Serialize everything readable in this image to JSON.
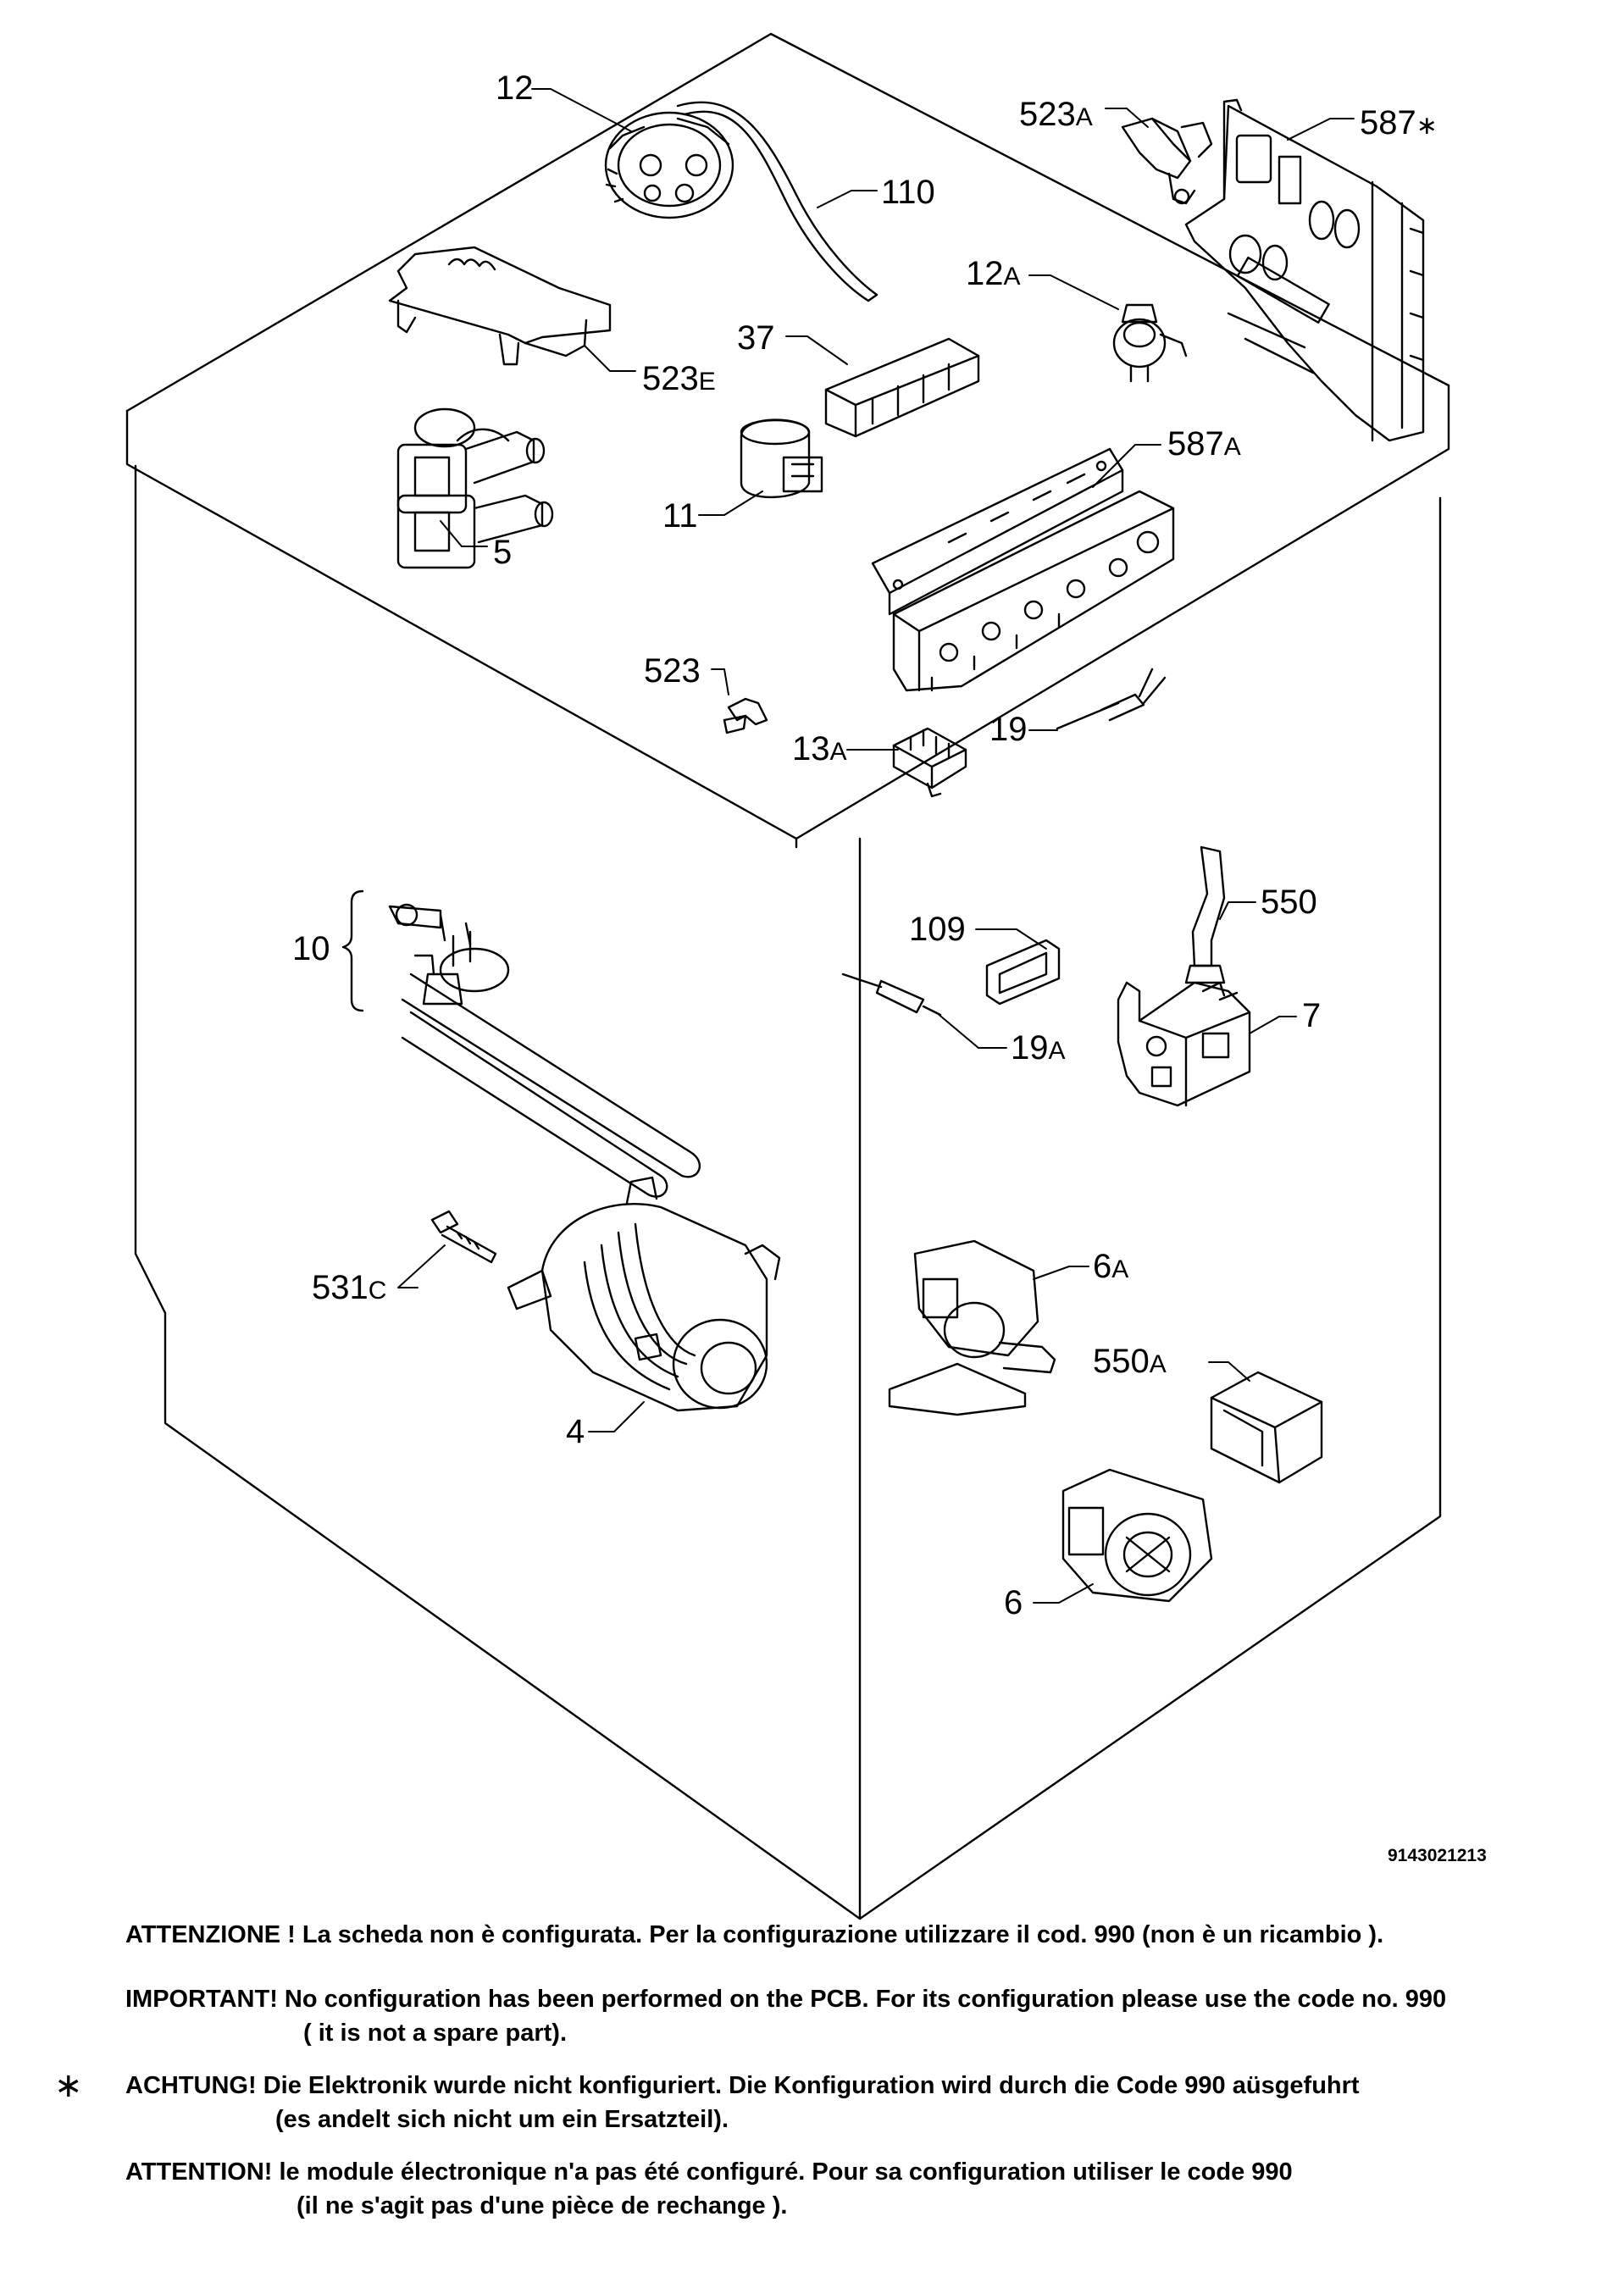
{
  "diagram": {
    "ref_code": "9143021213",
    "labels": {
      "p12": {
        "num": "12",
        "sfx": ""
      },
      "p110": {
        "num": "110",
        "sfx": ""
      },
      "p523E": {
        "num": "523",
        "sfx": "E"
      },
      "p5": {
        "num": "5",
        "sfx": ""
      },
      "p37": {
        "num": "37",
        "sfx": ""
      },
      "p11": {
        "num": "11",
        "sfx": ""
      },
      "p523A": {
        "num": "523",
        "sfx": "A"
      },
      "p587star": {
        "num": "587",
        "sfx": "∗"
      },
      "p12A": {
        "num": "12",
        "sfx": "A"
      },
      "p587A": {
        "num": "587",
        "sfx": "A"
      },
      "p523": {
        "num": "523",
        "sfx": ""
      },
      "p13A": {
        "num": "13",
        "sfx": "A"
      },
      "p19": {
        "num": "19",
        "sfx": ""
      },
      "p10": {
        "num": "10",
        "sfx": ""
      },
      "p109": {
        "num": "109",
        "sfx": ""
      },
      "p550": {
        "num": "550",
        "sfx": ""
      },
      "p19A": {
        "num": "19",
        "sfx": "A"
      },
      "p7": {
        "num": "7",
        "sfx": ""
      },
      "p531C": {
        "num": "531",
        "sfx": "C"
      },
      "p6A": {
        "num": "6",
        "sfx": "A"
      },
      "p550A": {
        "num": "550",
        "sfx": "A"
      },
      "p4": {
        "num": "4",
        "sfx": ""
      },
      "p6": {
        "num": "6",
        "sfx": ""
      }
    }
  },
  "notes": {
    "it": {
      "line1": "ATTENZIONE ! La scheda non è  configurata. Per la configurazione utilizzare il cod. 990 (non è un ricambio )."
    },
    "en": {
      "line1": "IMPORTANT! No configuration has been performed on the PCB. For its configuration please use the code no. 990",
      "line2": "( it is not a spare part)."
    },
    "de": {
      "marker": "∗",
      "line1": "ACHTUNG! Die Elektronik wurde nicht konfiguriert. Die Konfiguration wird durch die Code 990 aüsgefuhrt",
      "line2": "(es andelt sich nicht um ein Ersatzteil)."
    },
    "fr": {
      "line1": "ATTENTION! le module électronique n'a pas été configuré. Pour  sa configuration utiliser le code 990",
      "line2": "(il ne s'agit pas d'une pièce de rechange )."
    }
  }
}
